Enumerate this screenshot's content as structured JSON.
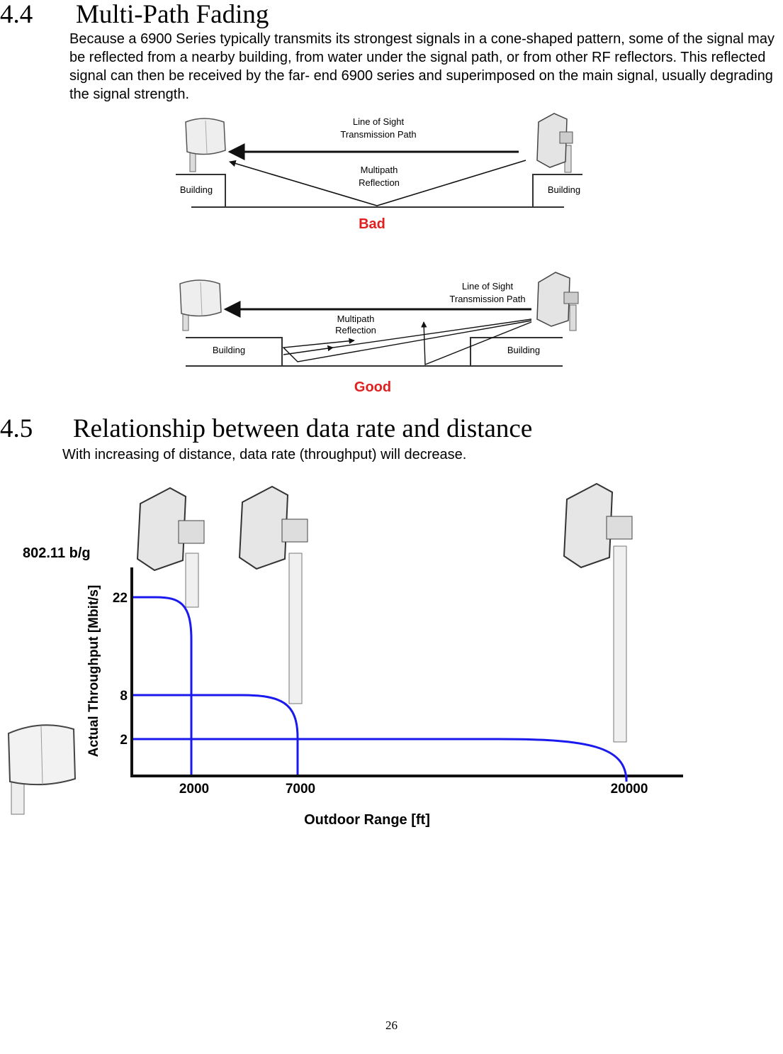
{
  "section1": {
    "number": "4.4",
    "title": "Multi-Path Fading",
    "body": "Because a 6900 Series typically transmits its strongest signals in a cone-shaped pattern, some of the signal may be reflected from a nearby building, from water under the signal path, or from other RF reflectors. This reflected signal can then be received by the far- end 6900 series and superimposed on the main signal, usually degrading the signal strength."
  },
  "diagram_bad": {
    "los_line1": "Line of Sight",
    "los_line2": "Transmission Path",
    "mp_line1": "Multipath",
    "mp_line2": "Reflection",
    "building_left": "Building",
    "building_right": "Building",
    "verdict": "Bad",
    "verdict_color": "#e02020"
  },
  "diagram_good": {
    "los_line1": "Line of Sight",
    "los_line2": "Transmission Path",
    "mp_line1": "Multipath",
    "mp_line2": "Reflection",
    "building_left": "Building",
    "building_right": "Building",
    "verdict": "Good",
    "verdict_color": "#e02020"
  },
  "section2": {
    "number": "4.5",
    "title": "Relationship between data rate and distance",
    "body": "With increasing of distance, data rate (throughput) will decrease."
  },
  "chart_data": {
    "type": "line",
    "title": "802.11 b/g",
    "xlabel": "Outdoor Range [ft]",
    "ylabel": "Actual Throughput [Mbit/s]",
    "x_ticks": [
      "2000",
      "7000",
      "20000"
    ],
    "y_ticks": [
      "22",
      "8",
      "2"
    ],
    "line_color": "#1a1aee",
    "series": [
      {
        "throughput": 22,
        "range_ft": 2000
      },
      {
        "throughput": 8,
        "range_ft": 7000
      },
      {
        "throughput": 2,
        "range_ft": 20000
      }
    ]
  },
  "footer": {
    "page_number": "26"
  }
}
